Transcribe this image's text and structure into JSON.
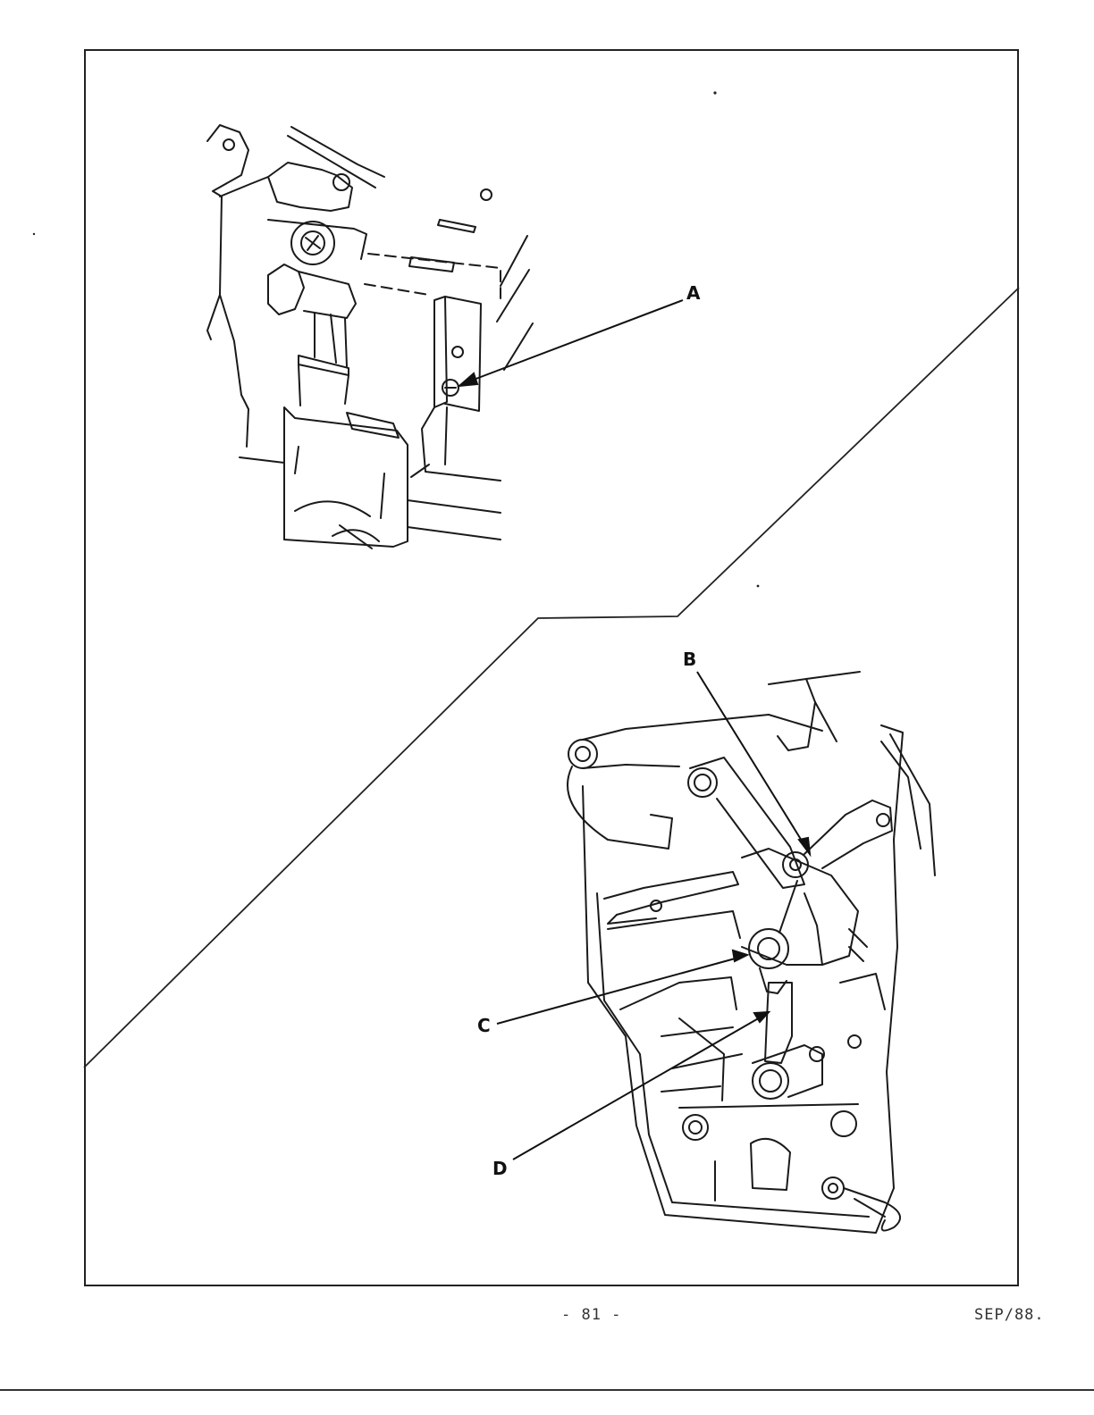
{
  "figure": {
    "callouts": {
      "a": "A",
      "b": "B",
      "c": "C",
      "d": "D"
    }
  },
  "footer": {
    "page_number": "- 81 -",
    "date": "SEP/88."
  },
  "colors": {
    "ink": "#111111",
    "paper": "#ffffff"
  }
}
